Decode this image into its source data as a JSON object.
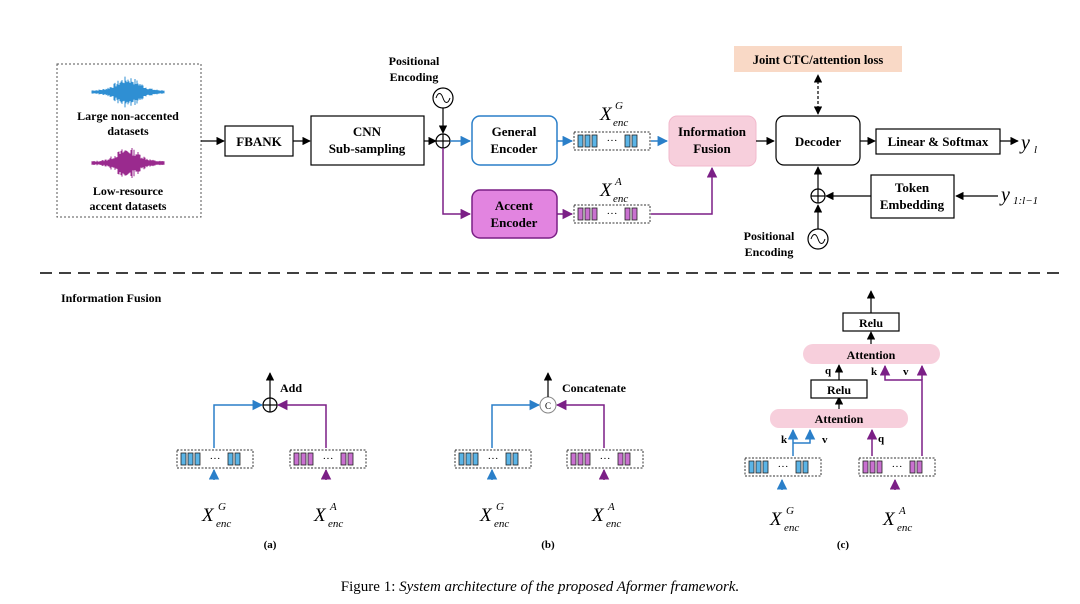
{
  "top": {
    "positional_encoding_top": [
      "Positional",
      "Encoding"
    ],
    "datasets_large": [
      "Large non-accented",
      "datasets"
    ],
    "datasets_low": [
      "Low-resource",
      "accent datasets"
    ],
    "fbank": "FBANK",
    "cnn": [
      "CNN",
      "Sub-sampling"
    ],
    "general_encoder": [
      "General",
      "Encoder"
    ],
    "accent_encoder": [
      "Accent",
      "Encoder"
    ],
    "info_fusion": [
      "Information",
      "Fusion"
    ],
    "decoder": "Decoder",
    "linear_softmax": "Linear & Softmax",
    "joint_loss": "Joint CTC/attention loss",
    "token_embedding": [
      "Token",
      "Embedding"
    ],
    "positional_encoding_bottom": [
      "Positional",
      "Encoding"
    ],
    "x_main": "X",
    "x_sub": "enc",
    "sup_g": "G",
    "sup_a": "A",
    "y_out": "y",
    "y_out_sub": "l",
    "y_in": "y",
    "y_in_sub": "1:l−1",
    "dots": "···"
  },
  "bottom": {
    "section_title": "Information Fusion",
    "add": "Add",
    "concatenate": "Concatenate",
    "concat_symbol": "C",
    "label_a": "(a)",
    "label_b": "(b)",
    "label_c": "(c)",
    "attention": "Attention",
    "relu": "Relu",
    "k": "k",
    "v": "v",
    "q": "q"
  },
  "caption": {
    "prefix": "Figure 1: ",
    "text": "System architecture of the proposed Aformer framework."
  },
  "colors": {
    "blue": "#2a7fc9",
    "purple": "#7b1f86",
    "pink_fill": "#f7cfdc",
    "accent_fill": "#e284e0",
    "loss_fill": "#f9d9c6",
    "block_blue": "#5bb4e6",
    "block_purple": "#c971d0",
    "wave_blue": "#2f8fd3",
    "wave_purple": "#9a2a8e"
  }
}
